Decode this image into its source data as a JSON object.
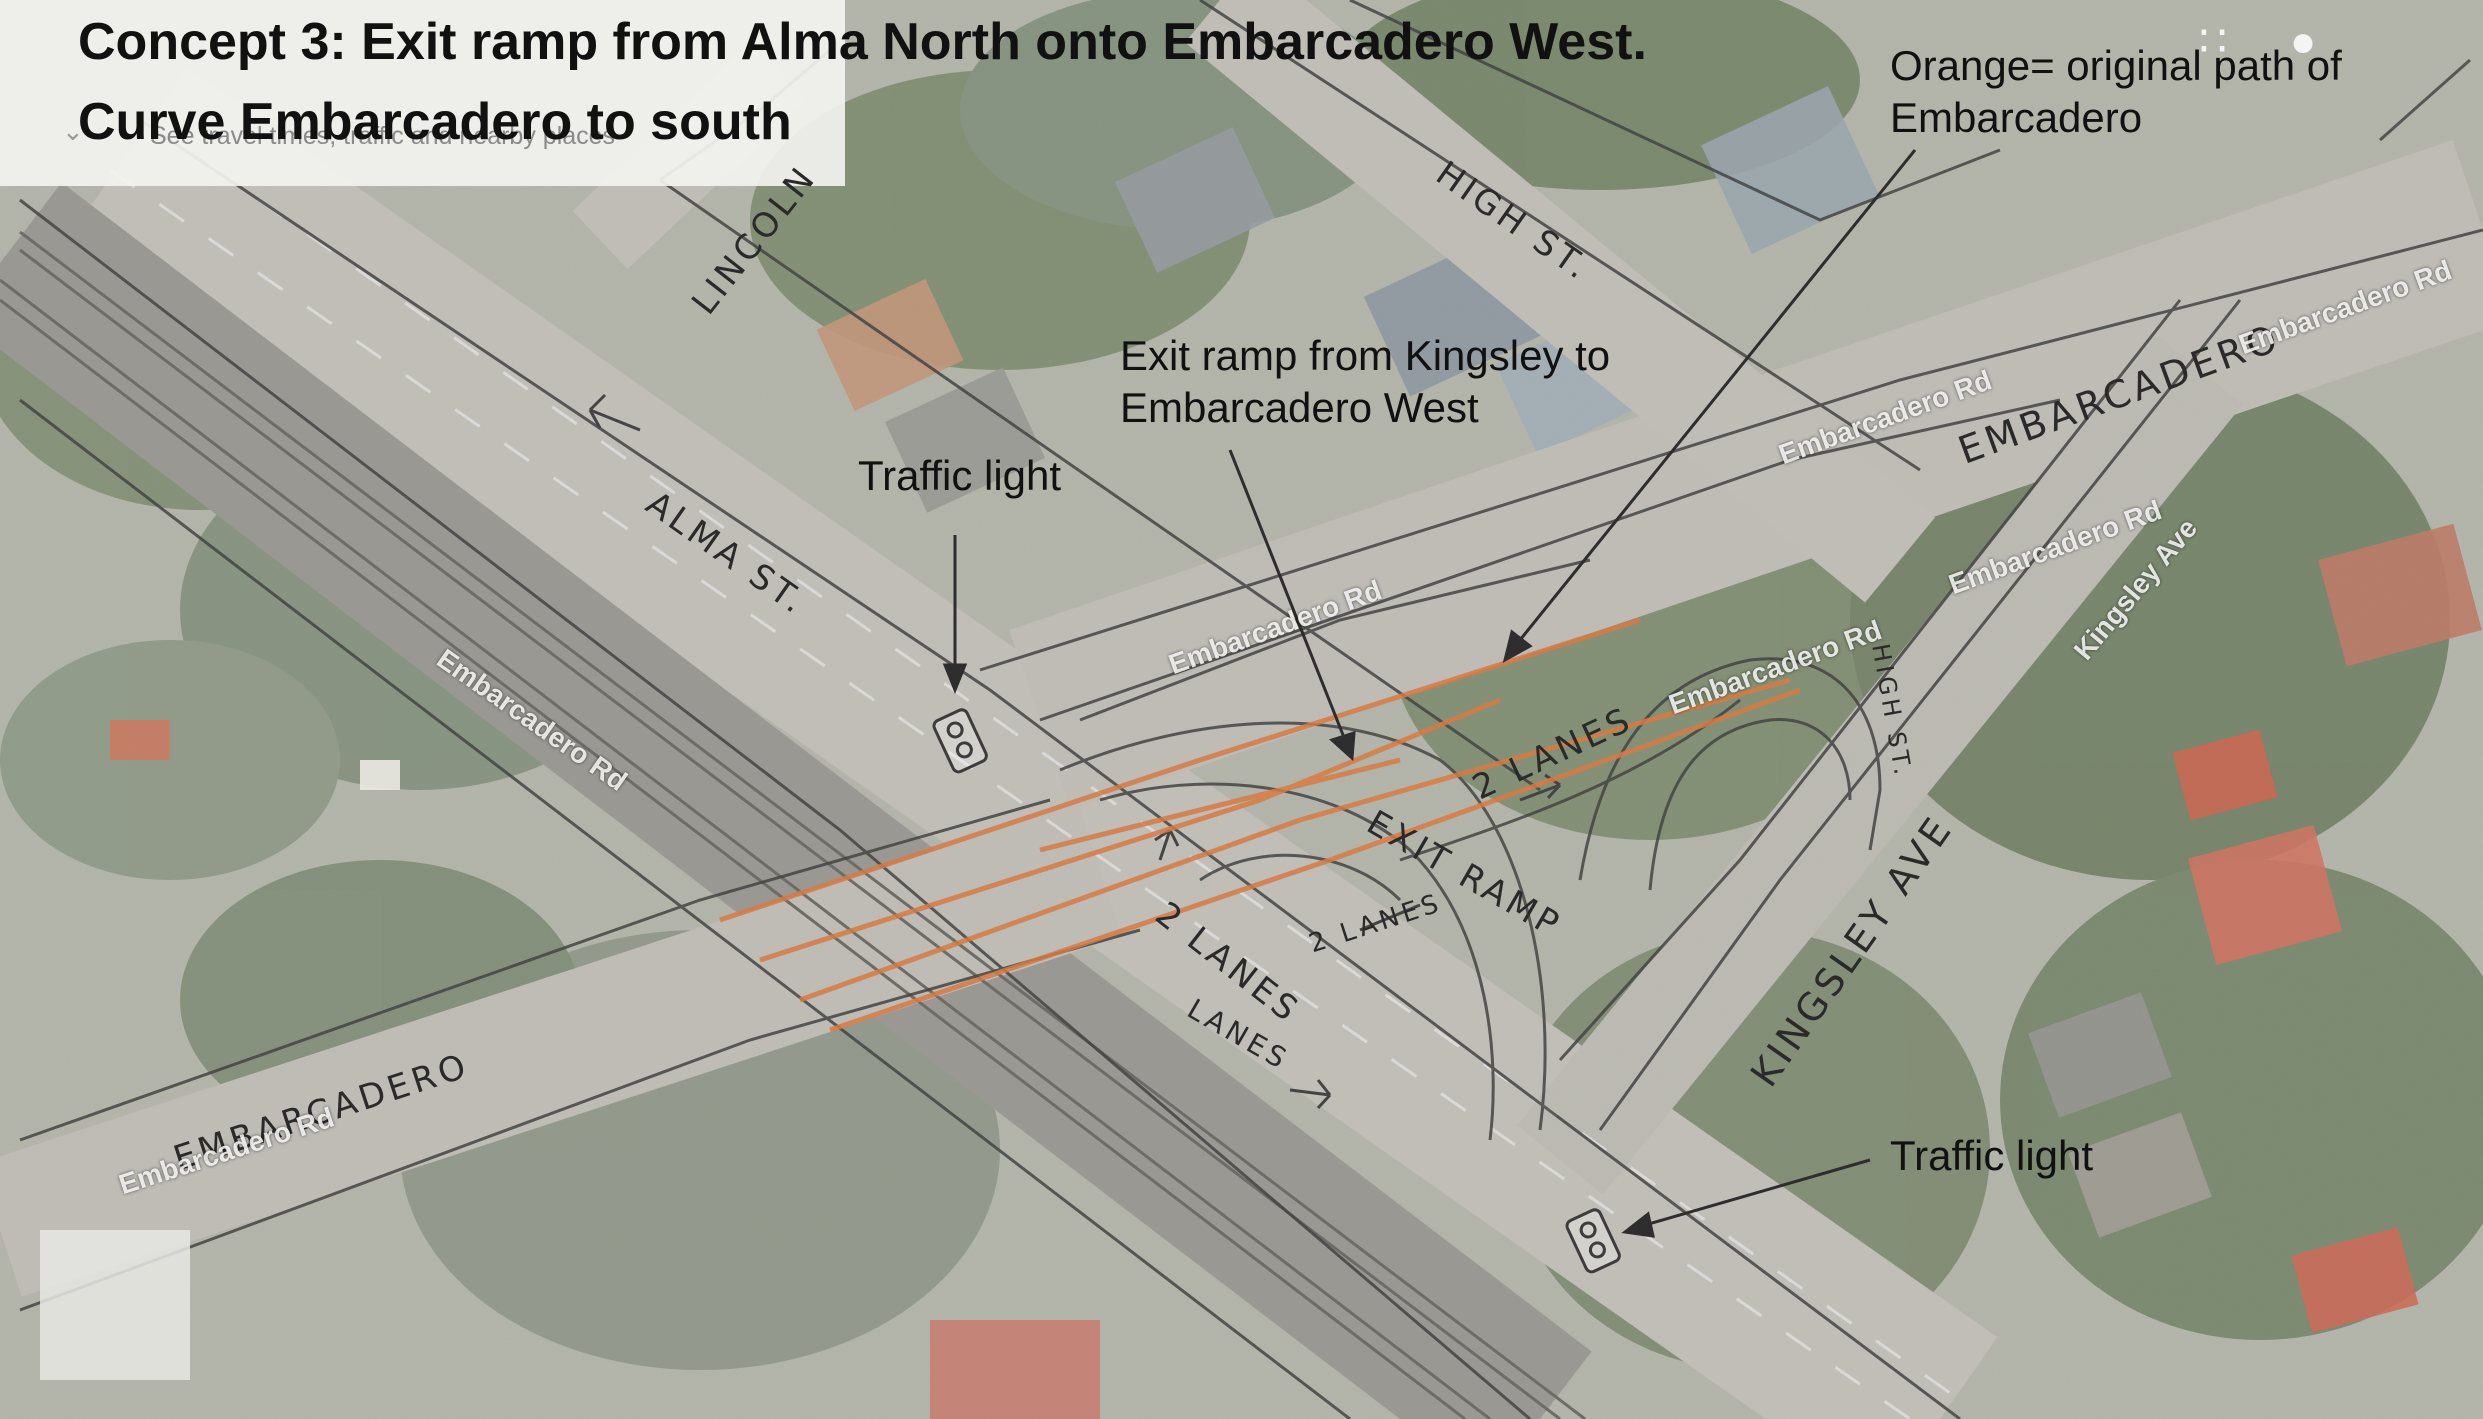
{
  "title": "Concept 3: Exit ramp from Alma North onto Embarcadero West. Curve Embarcadero to south",
  "ghost_search_hint": "See travel times, traffic and nearby places",
  "callouts": {
    "orange_note": "Orange= original path of Embarcadero",
    "exit_ramp_note": "Exit ramp from Kingsley to Embarcadero West",
    "traffic_light_top": "Traffic light",
    "traffic_light_bottom": "Traffic light"
  },
  "handwritten_labels": {
    "lincoln": "LINCOLN",
    "high_st": "HIGH ST.",
    "alma_st": "ALMA ST.",
    "embarcadero_right": "EMBARCADERO",
    "embarcadero_left": "EMBARCADERO",
    "kingsley_ave": "KINGSLEY AVE",
    "two_lanes_upper": "2 LANES",
    "two_lanes_alma": "2 LANES",
    "two_lanes_ramp": "2 LANES",
    "exit_ramp": "EXIT RAMP",
    "lanes": "LANES",
    "high_st_small": "HIGH ST."
  },
  "map_street_labels": {
    "embarcadero_rd_1": "Embarcadero Rd",
    "embarcadero_rd_2": "Embarcadero Rd",
    "embarcadero_rd_3": "Embarcadero Rd",
    "embarcadero_rd_4": "Embarcadero Rd",
    "embarcadero_rd_5": "Embarcadero Rd",
    "embarcadero_rd_left": "Embarcadero Rd",
    "embarcadero_rd_6": "Embarcadero Rd",
    "kingsley_ave": "Kingsley Ave"
  },
  "colors": {
    "orange_path": "#d2692a",
    "pencil": "#2b2b2b",
    "road": "#b4b2ab",
    "vegetation": "#5f7150"
  },
  "icons": {
    "apps": "apps-grid-icon",
    "account": "account-icon"
  }
}
